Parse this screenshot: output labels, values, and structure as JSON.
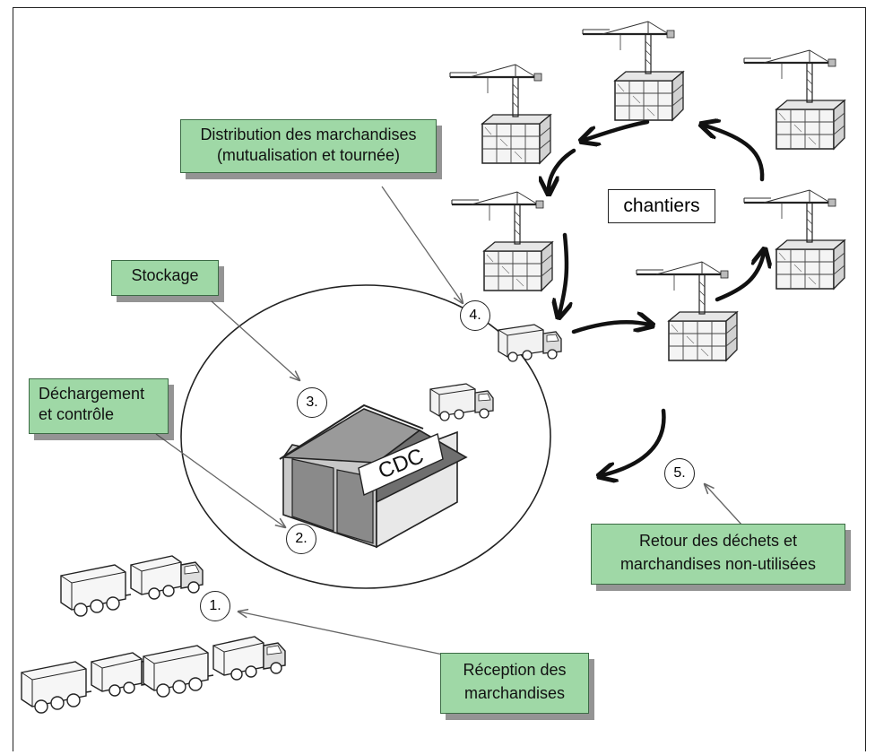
{
  "hub_label": "CDC",
  "sites_label": "chantiers",
  "steps": [
    {
      "number": "1.",
      "label": "Réception des\nmarchandises"
    },
    {
      "number": "2.",
      "label": "Déchargement\net contrôle"
    },
    {
      "number": "3.",
      "label": "Stockage"
    },
    {
      "number": "4.",
      "label": "Distribution des marchandises\n(mutualisation et tournée)"
    },
    {
      "number": "5.",
      "label": "Retour des déchets et\nmarchandises non-utilisées"
    }
  ],
  "colors": {
    "label_fill": "#9fd8a6",
    "label_border": "#3c6b45",
    "shadow": "#555555"
  },
  "icons": [
    "truck-convoy-icon",
    "truck-icon",
    "warehouse-icon",
    "construction-site-crane-icon",
    "flow-arrow-icon"
  ]
}
